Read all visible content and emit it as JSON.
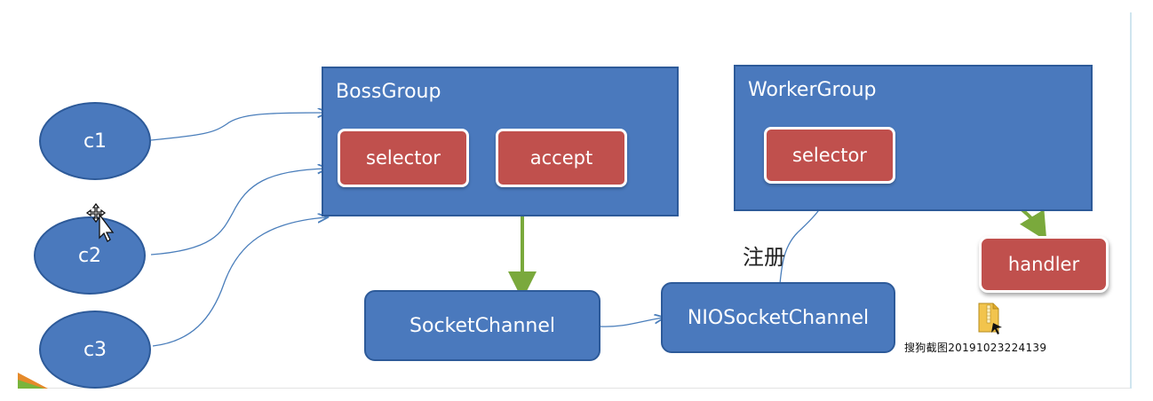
{
  "clients": [
    {
      "label": "c1"
    },
    {
      "label": "c2"
    },
    {
      "label": "c3"
    }
  ],
  "boss_group": {
    "title": "BossGroup",
    "selector_label": "selector",
    "accept_label": "accept"
  },
  "worker_group": {
    "title": "WorkerGroup",
    "selector_label": "selector"
  },
  "socket_channel": {
    "label": "SocketChannel"
  },
  "nio_socket_channel": {
    "label": "NIOSocketChannel"
  },
  "handler": {
    "label": "handler"
  },
  "register_label": "注册",
  "file": {
    "caption": "搜狗截图20191023224139"
  },
  "colors": {
    "group_fill": "#4a79bd",
    "red_box_fill": "#c0504d",
    "green_arrow": "#7aa93c",
    "connector": "#4a7ebb"
  },
  "icons": [
    "folder-zip-icon",
    "move-cursor-icon"
  ]
}
